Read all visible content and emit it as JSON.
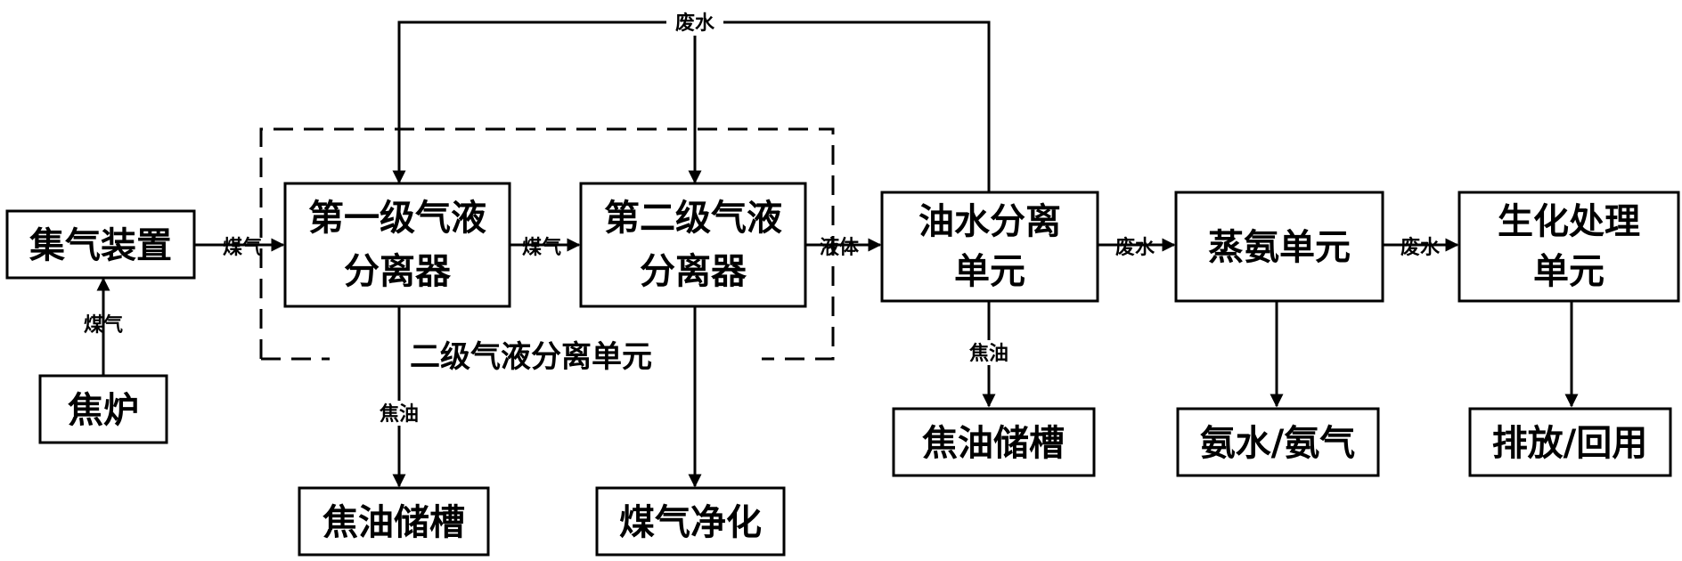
{
  "boxes": {
    "gas_collector": "集气装置",
    "coke_oven": "焦炉",
    "sep1_line1": "第一级气液",
    "sep1_line2": "分离器",
    "sep2_line1": "第二级气液",
    "sep2_line2": "分离器",
    "oil_water_line1": "油水分离",
    "oil_water_line2": "单元",
    "ammonia_still": "蒸氨单元",
    "biochem_line1": "生化处理",
    "biochem_line2": "单元",
    "tar_tank_1": "焦油储槽",
    "gas_purification": "煤气净化",
    "tar_tank_2": "焦油储槽",
    "ammonia_products": "氨水/氨气",
    "discharge_reuse": "排放/回用"
  },
  "unit_label": "二级气液分离单元",
  "labels": {
    "coal_gas": "煤气",
    "liquid": "液体",
    "waste_water": "废水",
    "tar": "焦油"
  }
}
